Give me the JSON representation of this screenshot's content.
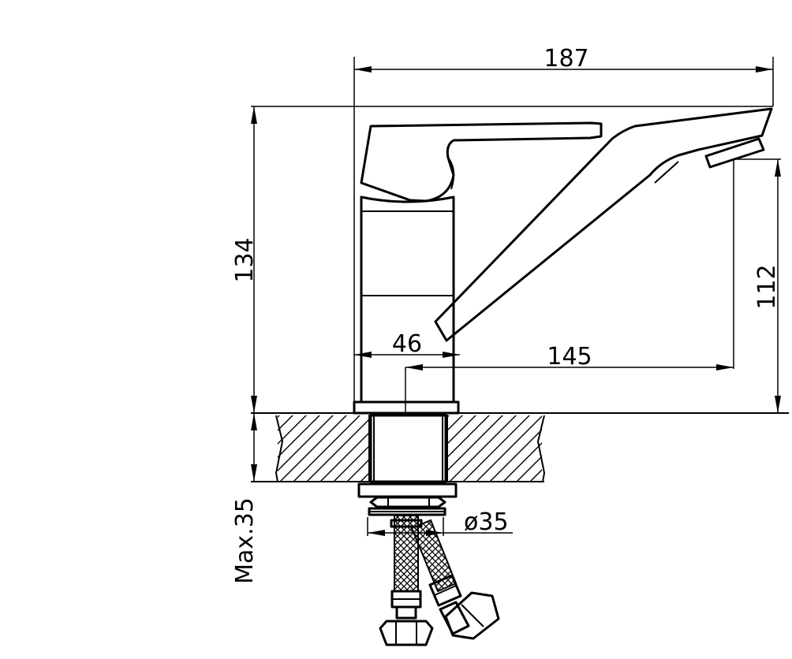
{
  "dimensions": {
    "overall_length": "187",
    "overall_height": "134",
    "spout_height": "112",
    "spout_reach": "145",
    "body_width": "46",
    "hose_diameter": "ø35",
    "max_counter_thickness": "Max.35"
  },
  "colors": {
    "line": "#000000",
    "background": "#ffffff"
  }
}
